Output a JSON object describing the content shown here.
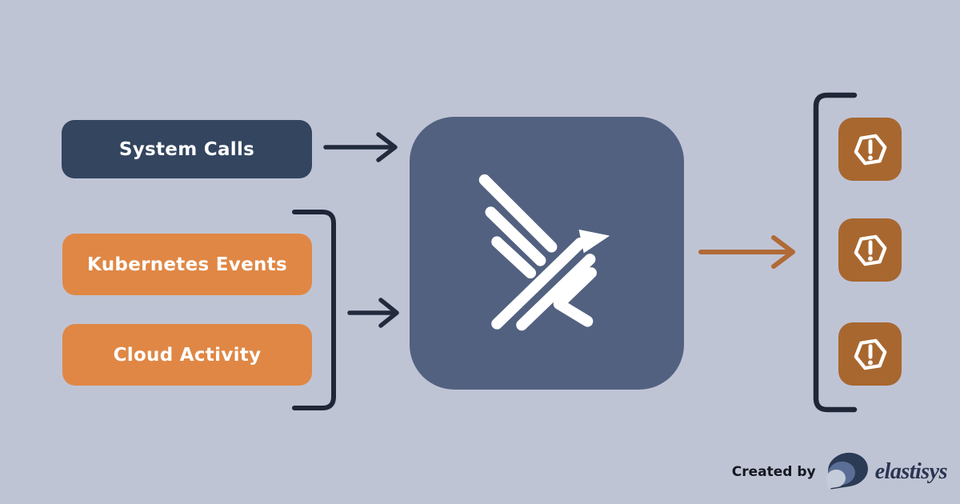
{
  "diagram": {
    "title_semantic": "Falco data sources and alerts diagram",
    "inputs": [
      {
        "id": "system-calls",
        "label": "System Calls",
        "color": "#33455f"
      },
      {
        "id": "kubernetes-events",
        "label": "Kubernetes Events",
        "color": "#e08745"
      },
      {
        "id": "cloud-activity",
        "label": "Cloud Activity",
        "color": "#e08745"
      }
    ],
    "processor": {
      "icon": "falco-bird-icon",
      "box_color": "#526180",
      "glyph_color": "#ffffff"
    },
    "outputs": {
      "alerts": [
        {
          "icon": "alert-hexagon-icon"
        },
        {
          "icon": "alert-hexagon-icon"
        },
        {
          "icon": "alert-hexagon-icon"
        }
      ],
      "tile_color": "#a8672f"
    },
    "connectors": {
      "arrow_color_dark": "#222b3d",
      "arrow_color_brown": "#b06a35",
      "bracket_color": "#1e2637"
    }
  },
  "footer": {
    "created_by_label": "Created by",
    "brand": "elastisys",
    "brand_color": "#2a3450",
    "logo_colors": {
      "outer": "#2b3a55",
      "middle": "#5b6f96",
      "inner": "#c5ccd9"
    }
  },
  "canvas": {
    "background": "#bfc4d5"
  }
}
